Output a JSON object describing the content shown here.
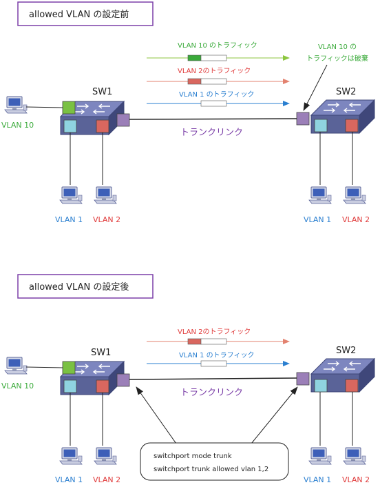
{
  "panel_before": {
    "title": "allowed VLAN の設定前",
    "sw1_label": "SW1",
    "sw2_label": "SW2",
    "trunk_label": "トランクリンク",
    "pc_vlan10_label": "VLAN 10",
    "pc_sw1_vlan1_label": "VLAN 1",
    "pc_sw1_vlan2_label": "VLAN 2",
    "pc_sw2_vlan1_label": "VLAN 1",
    "pc_sw2_vlan2_label": "VLAN 2",
    "traffic_vlan10_label": "VLAN 10 のトラフィック",
    "traffic_vlan2_label": "VLAN 2のトラフィック",
    "traffic_vlan1_label": "VLAN 1 のトラフィック",
    "discard_note_line1": "VLAN 10 の",
    "discard_note_line2": "トラフィックは破棄"
  },
  "panel_after": {
    "title": "allowed VLAN の設定後",
    "sw1_label": "SW1",
    "sw2_label": "SW2",
    "trunk_label": "トランクリンク",
    "pc_vlan10_label": "VLAN 10",
    "pc_sw1_vlan1_label": "VLAN 1",
    "pc_sw1_vlan2_label": "VLAN 2",
    "pc_sw2_vlan1_label": "VLAN 1",
    "pc_sw2_vlan2_label": "VLAN 2",
    "traffic_vlan2_label": "VLAN 2のトラフィック",
    "traffic_vlan1_label": "VLAN 1 のトラフィック",
    "command_line1": "switchport mode trunk",
    "command_line2": "switchport trunk allowed vlan 1,2"
  },
  "colors": {
    "vlan10": "#3aaa3a",
    "vlan2": "#e03a3a",
    "vlan1": "#2a7fd0",
    "trunk": "#8a3aa8",
    "port_vlan10": "#7ac143",
    "port_vlan1": "#8fd3e0",
    "port_vlan2": "#d9675f",
    "port_trunk": "#9b7fb8",
    "switch_body": "#5a6398"
  }
}
